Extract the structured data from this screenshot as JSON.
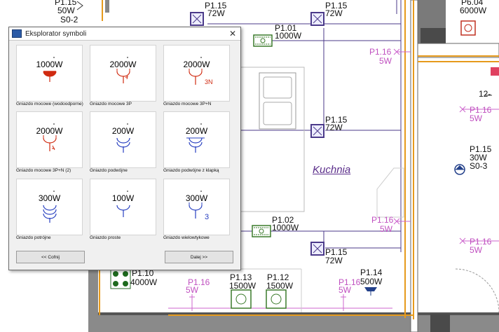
{
  "dialog": {
    "title": "Eksplorator symboli",
    "back_button": "<< Cofnij",
    "next_button": "Dalej >>",
    "symbols": [
      {
        "power": "1000W",
        "caption": "Gniazdo mocowe (wodoodporne)",
        "icon": "socket-waterproof-icon"
      },
      {
        "power": "2000W",
        "caption": "Gniazdo mocowe 3P",
        "icon": "socket-3p-icon"
      },
      {
        "power": "2000W",
        "caption": "Gniazdo mocowe 3P+N",
        "icon": "socket-3pn-icon",
        "mark": "3N"
      },
      {
        "power": "2000W",
        "caption": "Gniazdo mocowe 3P+N (2)",
        "icon": "socket-3pn-2-icon"
      },
      {
        "power": "200W",
        "caption": "Gniazdo podwójne",
        "icon": "socket-double-icon"
      },
      {
        "power": "200W",
        "caption": "Gniazdo podwójne z klapką",
        "icon": "socket-double-flap-icon"
      },
      {
        "power": "300W",
        "caption": "Gniazdo potrójne",
        "icon": "socket-triple-icon"
      },
      {
        "power": "100W",
        "caption": "Gniazdo proste",
        "icon": "socket-simple-icon"
      },
      {
        "power": "300W",
        "caption": "Gniazdo wielowtykowe",
        "icon": "socket-multi-icon",
        "mark": "3"
      }
    ]
  },
  "plan": {
    "room_name": "Kuchnia",
    "labels": {
      "p115_tl_id": "P1.15",
      "p115_tl_w": "50W",
      "p115_tl_c": "S0-2",
      "p115_a_id": "P1.15",
      "p115_a_w": "72W",
      "p115_b_id": "P1.15",
      "p115_b_w": "72W",
      "p101_id": "P1.01",
      "p101_w": "1000W",
      "p604_id": "P6.04",
      "p604_w": "6000W",
      "p116_a_id": "P1.16",
      "p116_a_w": "5W",
      "p116_r1_id": "P1.16",
      "p116_r1_w": "5W",
      "p115_c_id": "P1.15",
      "p115_c_w": "72W",
      "p115_r_id": "P1.15",
      "p115_r_w": "30W",
      "p115_r_c": "S0-3",
      "p116_b_id": "P1.16",
      "p116_b_w": "5W",
      "p102_id": "P1.02",
      "p102_w": "1000W",
      "p116_r2_id": "P1.16",
      "p116_r2_w": "5W",
      "p115_d_id": "P1.15",
      "p115_d_w": "72W",
      "p110_id": "P1.10",
      "p110_w": "4000W",
      "p116_c_id": "P1.16",
      "p116_c_w": "5W",
      "p113_id": "P1.13",
      "p113_w": "1500W",
      "p112_id": "P1.12",
      "p112_w": "1500W",
      "p116_d_id": "P1.16",
      "p116_d_w": "5W",
      "p114_id": "P1.14",
      "p114_w": "500W",
      "r12_label": "12-"
    }
  }
}
